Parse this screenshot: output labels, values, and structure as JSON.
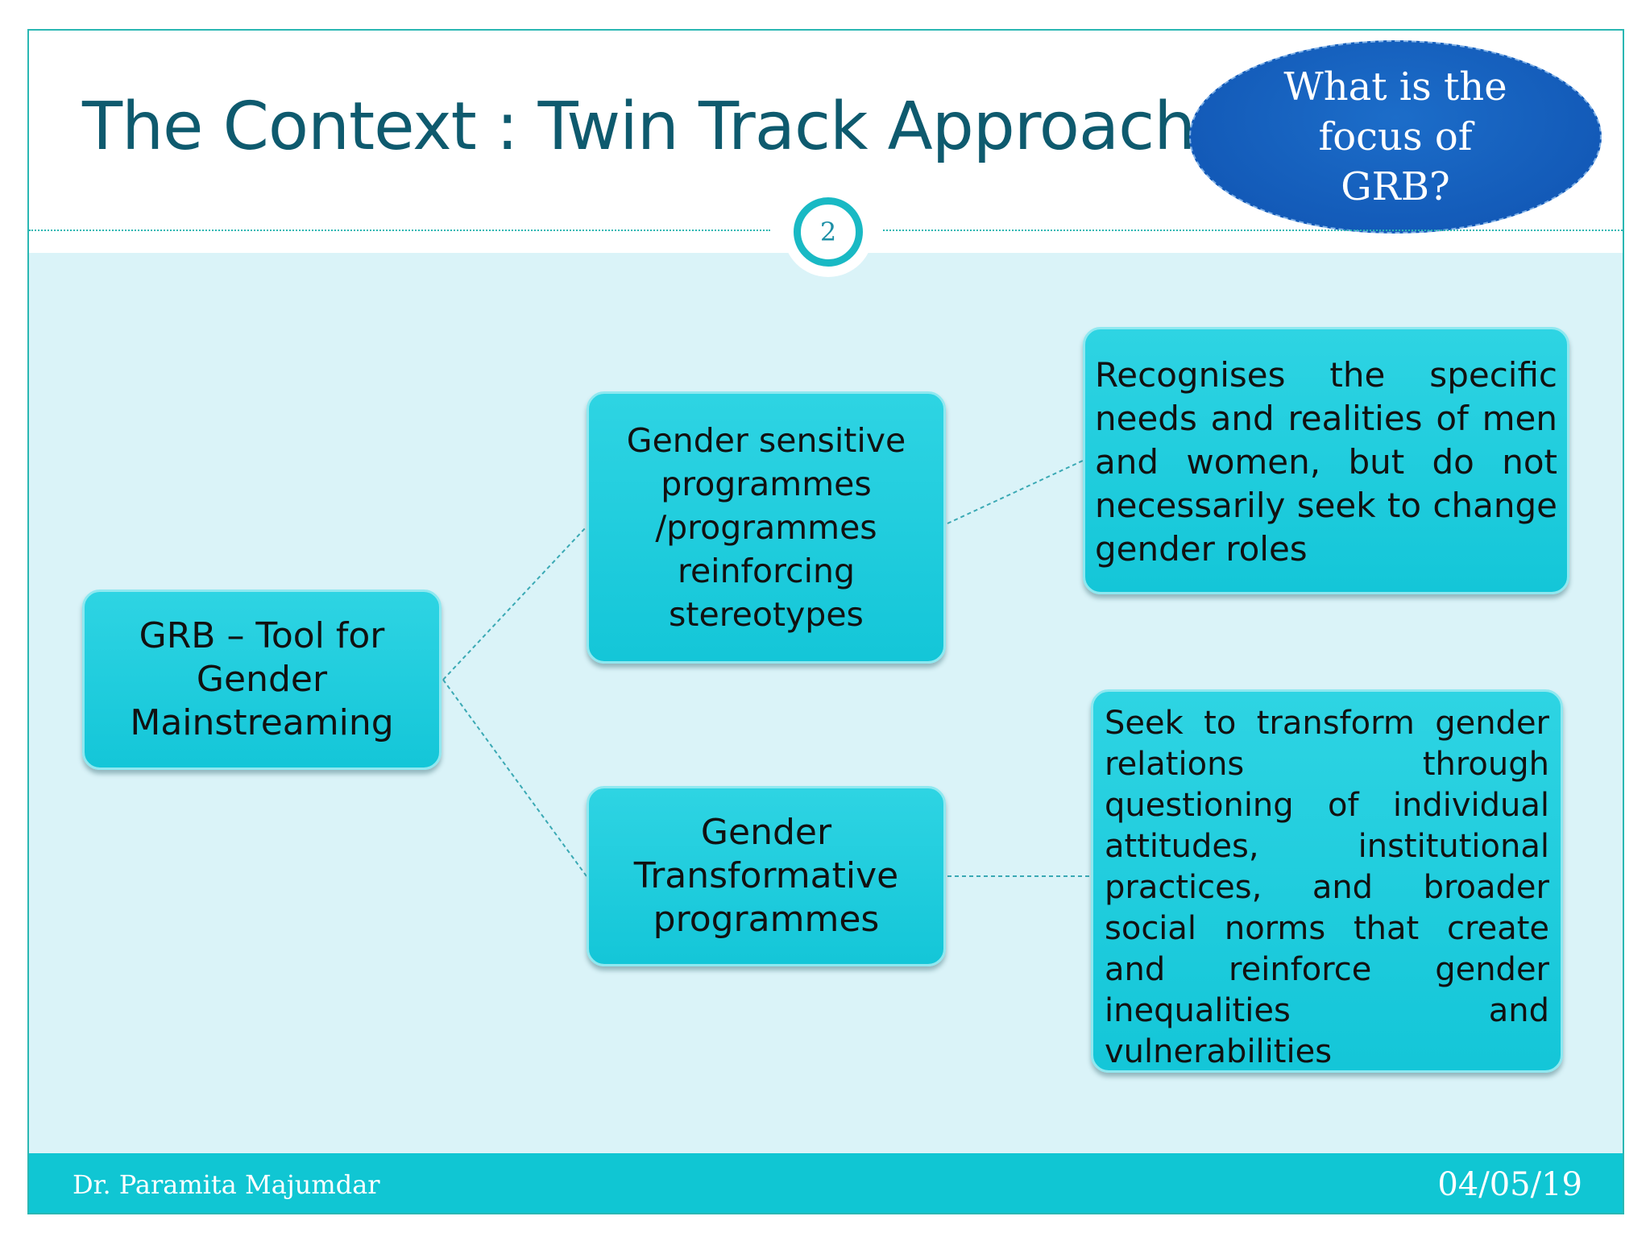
{
  "slide": {
    "title": "The Context : Twin Track Approach",
    "callout": "What is the focus of GRB?",
    "page_number": "2"
  },
  "diagram": {
    "root": "GRB – Tool for Gender Mainstreaming",
    "branch_1": "Gender sensitive programmes /programmes reinforcing stereotypes",
    "branch_2": "Gender Transformative programmes",
    "detail_1": "Recognises the specific needs and realities of men and women, but do not necessarily seek to change gender roles",
    "detail_2": "Seek to transform gender relations through questioning of individual attitudes, institutional practices, and broader social norms that create and reinforce gender inequalities and vulnerabilities"
  },
  "footer": {
    "author": "Dr. Paramita Majumdar",
    "date": "04/05/19"
  },
  "colors": {
    "title": "#0e5a6e",
    "accent": "#10c6d3",
    "node_fill": "#1ec9da",
    "content_bg": "#daf3f8",
    "callout_fill": "#1258b6"
  }
}
